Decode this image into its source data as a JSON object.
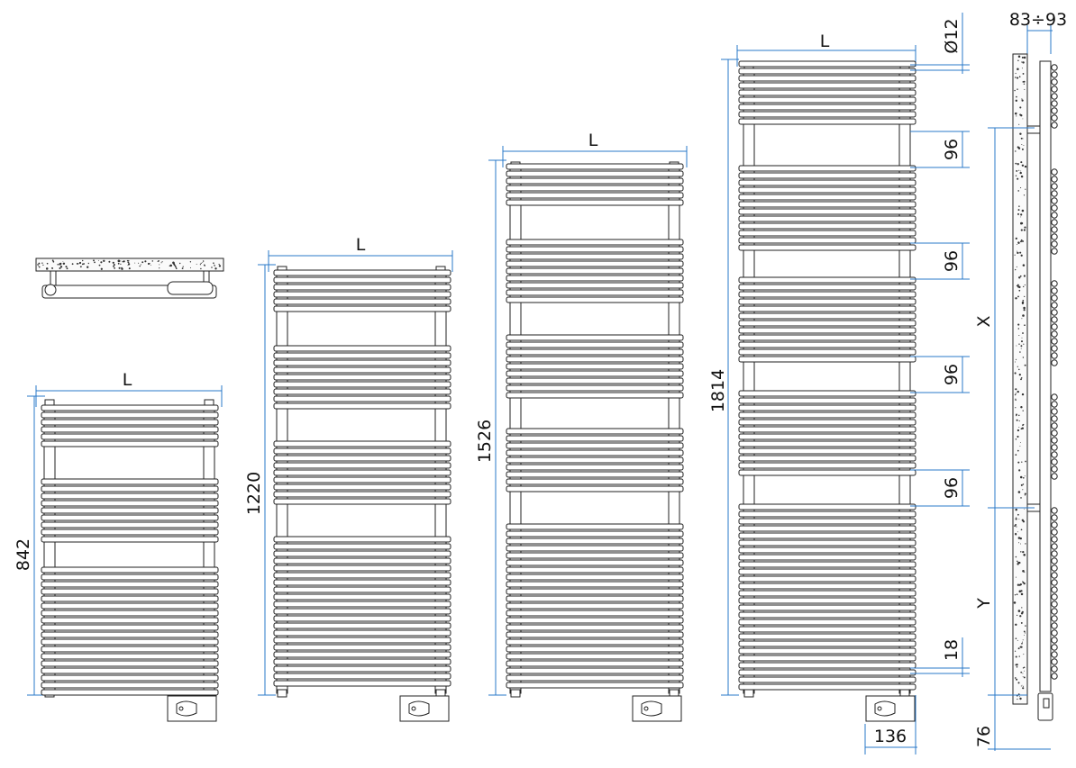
{
  "heights": [
    "842",
    "1220",
    "1526",
    "1814"
  ],
  "width_symbol": "L",
  "rail_spacing": [
    "96",
    "96",
    "96",
    "96"
  ],
  "tube_diameter": "Ø12",
  "tube_gap": "18",
  "heater_width": "136",
  "wall_distance": "83÷93",
  "bracket_distance_x": "X",
  "bracket_distance_y": "Y",
  "bottom_offset": "76"
}
